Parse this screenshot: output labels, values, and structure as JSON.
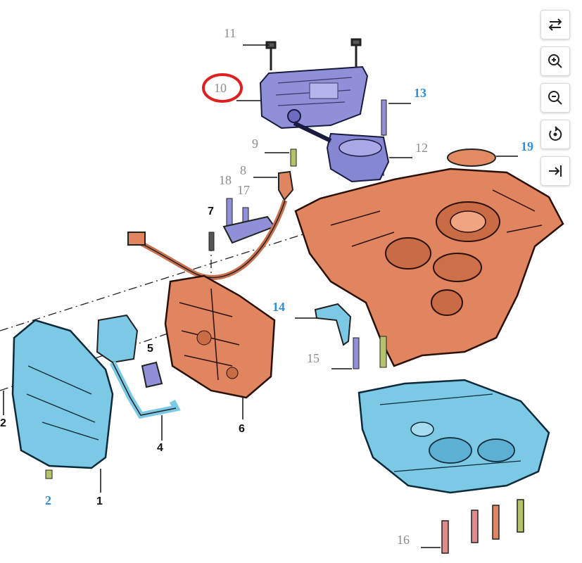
{
  "diagram": {
    "callouts": {
      "c1": "1",
      "c2a": "2",
      "c2b": "2",
      "c4": "4",
      "c5": "5",
      "c6": "6",
      "c7": "7",
      "c8": "8",
      "c9": "9",
      "c10": "10",
      "c11": "11",
      "c12": "12",
      "c13": "13",
      "c14": "14",
      "c15": "15",
      "c16": "16",
      "c17": "17",
      "c18": "18",
      "c19": "19"
    },
    "highlighted_callout": "10",
    "colors": {
      "case_orange": "#e0855f",
      "pan_blue": "#7cc9e6",
      "filter_purple": "#8f90d8",
      "callout_blue": "#2f8fd8",
      "highlight_red": "#e02020"
    }
  },
  "toolbar": {
    "buttons": [
      {
        "icon": "swap-arrows-icon"
      },
      {
        "icon": "zoom-in-icon"
      },
      {
        "icon": "zoom-out-icon"
      },
      {
        "icon": "rotate-icon"
      },
      {
        "icon": "fit-to-edge-icon"
      }
    ]
  }
}
